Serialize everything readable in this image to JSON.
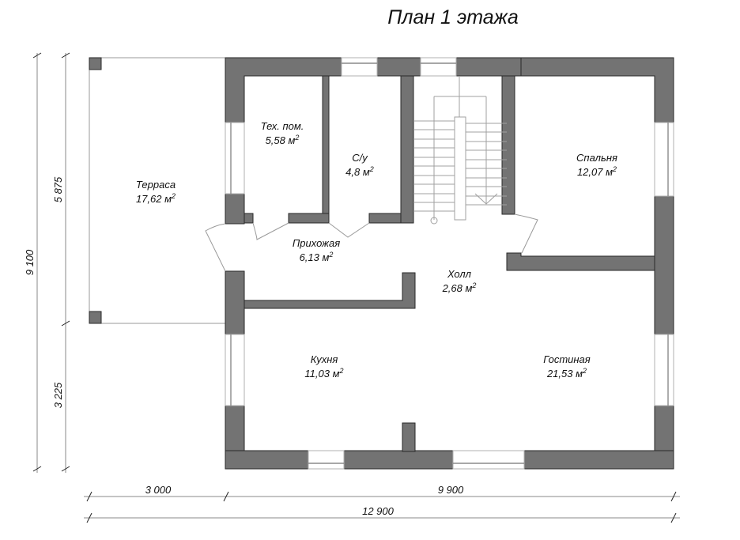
{
  "title": "План 1 этажа",
  "unit": "м",
  "unit_exp": "2",
  "rooms": [
    {
      "name": "Терраса",
      "area": "17,62"
    },
    {
      "name": "Тех. пом.",
      "area": "5,58"
    },
    {
      "name": "С/у",
      "area": "4,8"
    },
    {
      "name": "Спальня",
      "area": "12,07"
    },
    {
      "name": "Прихожая",
      "area": "6,13"
    },
    {
      "name": "Холл",
      "area": "2,68"
    },
    {
      "name": "Кухня",
      "area": "11,03"
    },
    {
      "name": "Гостиная",
      "area": "21,53"
    }
  ],
  "dimensions": {
    "vertical_total": "9 100",
    "vertical_top": "5 875",
    "vertical_bottom": "3 225",
    "horizontal_left": "3 000",
    "horizontal_right": "9 900",
    "horizontal_total": "12 900"
  },
  "colors": {
    "wall": "#737373",
    "wall_stroke": "#2a2a2a",
    "line": "#9a9a9a"
  }
}
